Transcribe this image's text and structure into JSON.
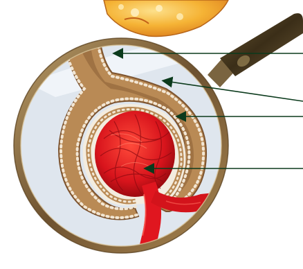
{
  "figure": {
    "description_labels": [],
    "colors": {
      "lens_fill": "#dfe6ee",
      "capsule_tan": "#b98a55",
      "capsule_dark": "#7d5430",
      "cell_rim": "#f2e6d4",
      "glomerulus_red": "#d8141c",
      "vessel_red": "#e0161f",
      "magnifier_rim": "#8a6a3a",
      "handle": "#4a3a22",
      "kidney_orange": "#f2a623",
      "arrow": "#0b3a1c"
    },
    "icons": [
      "magnifying-glass-icon"
    ],
    "pointers": [
      {
        "id": "pointer-1",
        "target": "proximal-tubule"
      },
      {
        "id": "pointer-2",
        "target": "capsule-outer-wall"
      },
      {
        "id": "pointer-3",
        "target": "capsule-inner-wall"
      },
      {
        "id": "pointer-4",
        "target": "glomerulus"
      }
    ]
  }
}
